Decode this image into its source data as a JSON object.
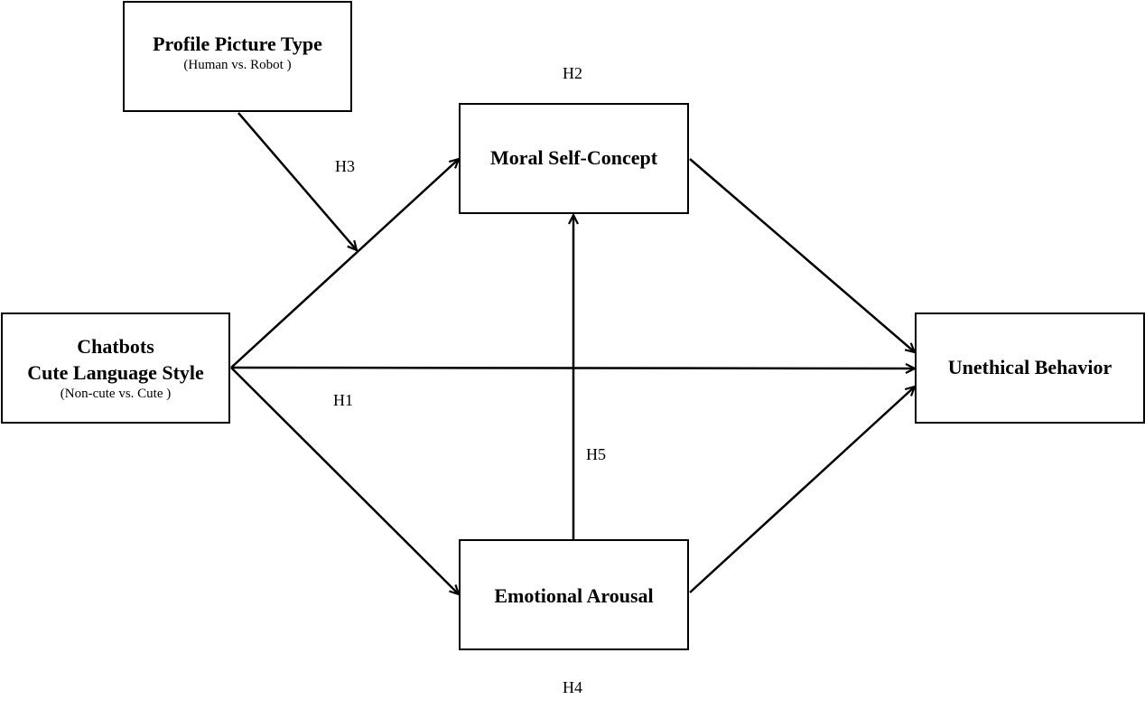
{
  "nodes": {
    "profile_picture": {
      "title": "Profile Picture Type",
      "subtitle": "(Human vs. Robot )"
    },
    "chatbots": {
      "title_line1": "Chatbots",
      "title_line2": "Cute Language Style",
      "subtitle": "(Non-cute vs. Cute )"
    },
    "moral_self_concept": {
      "title": "Moral Self-Concept"
    },
    "emotional_arousal": {
      "title": "Emotional Arousal"
    },
    "unethical_behavior": {
      "title": "Unethical Behavior"
    }
  },
  "hypotheses": {
    "h1": "H1",
    "h2": "H2",
    "h3": "H3",
    "h4": "H4",
    "h5": "H5"
  },
  "colors": {
    "line": "#000000",
    "background": "#ffffff"
  }
}
